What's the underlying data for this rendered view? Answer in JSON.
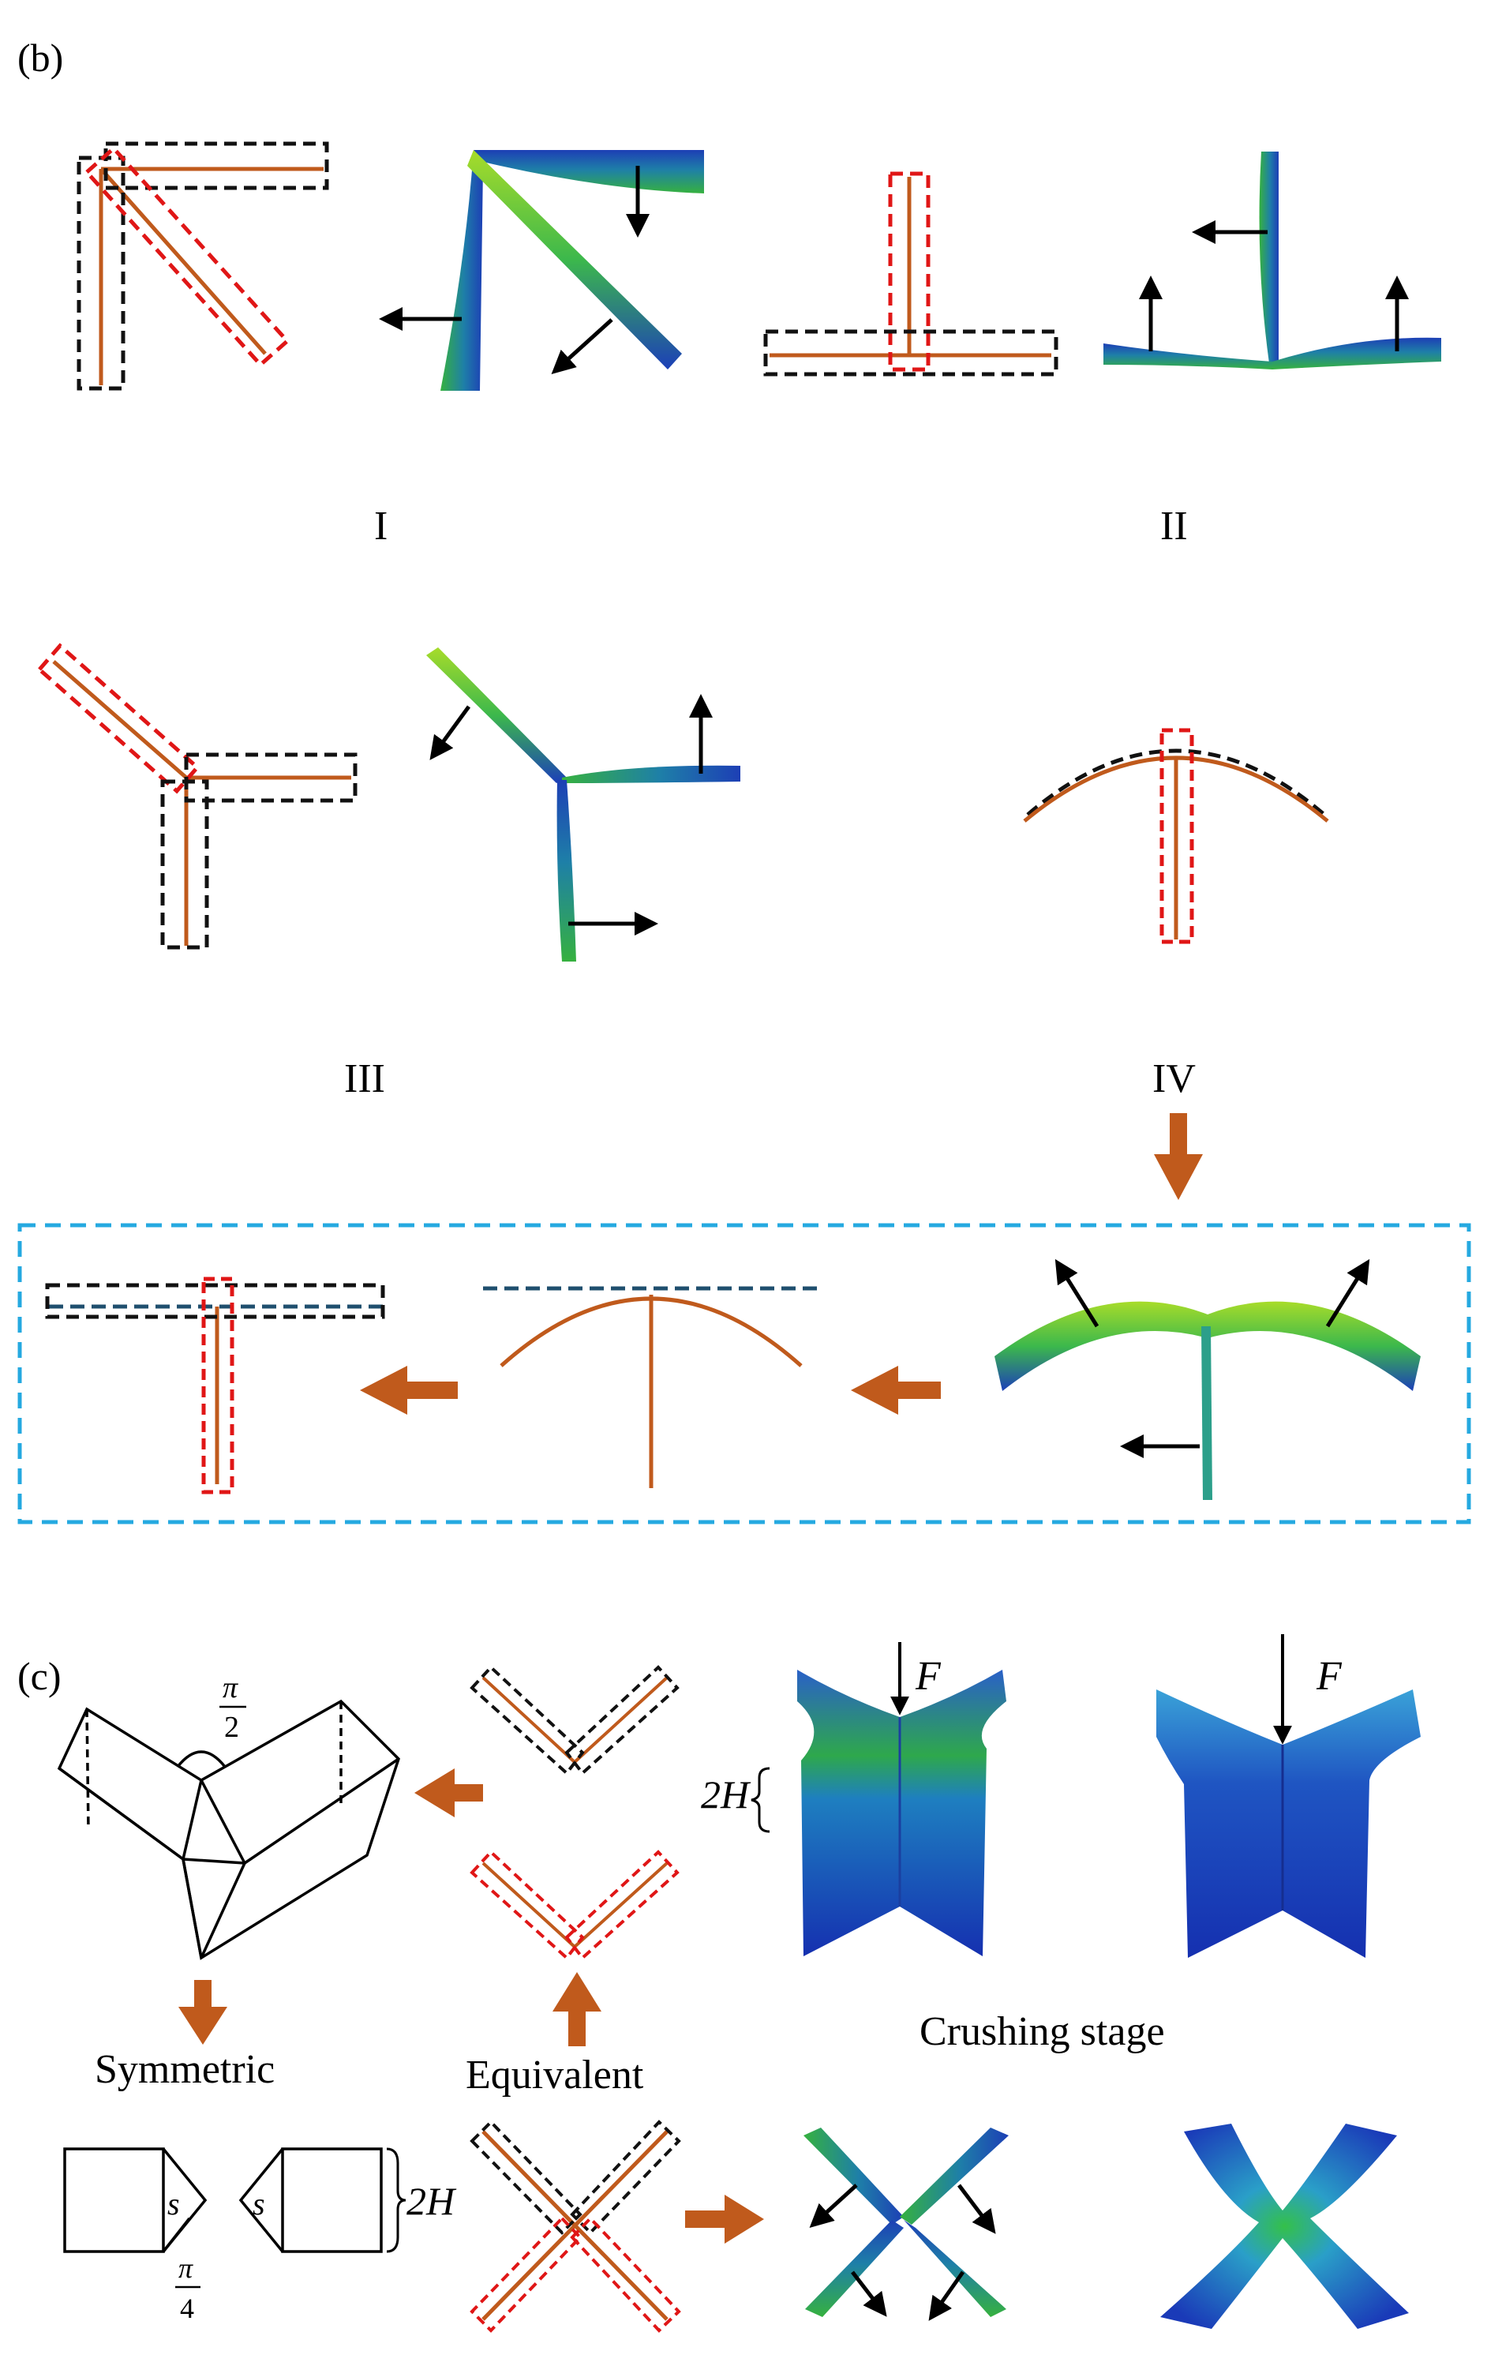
{
  "panel_b": {
    "label": "(b)",
    "cases": [
      "I",
      "II",
      "III",
      "IV"
    ]
  },
  "panel_c": {
    "label": "(c)",
    "angle_top": "π",
    "angle_top_den": "2",
    "angle_bottom": "π",
    "angle_bottom_den": "4",
    "force": "F",
    "force2": "F",
    "height_top": "2H",
    "height_bottom": "2H",
    "s_left": "s",
    "s_right": "s",
    "symmetric": "Symmetric",
    "equivalent": "Equivalent",
    "crushing_stage": "Crushing stage"
  },
  "colors": {
    "rod": "#c05a1c",
    "dash_black": "#111111",
    "dash_red": "#e01616",
    "frame_cyan": "#25a9e0",
    "arrow_orange": "#c05a1c",
    "fem_blue": "#1f3fb8",
    "fem_green": "#2fae4a"
  }
}
